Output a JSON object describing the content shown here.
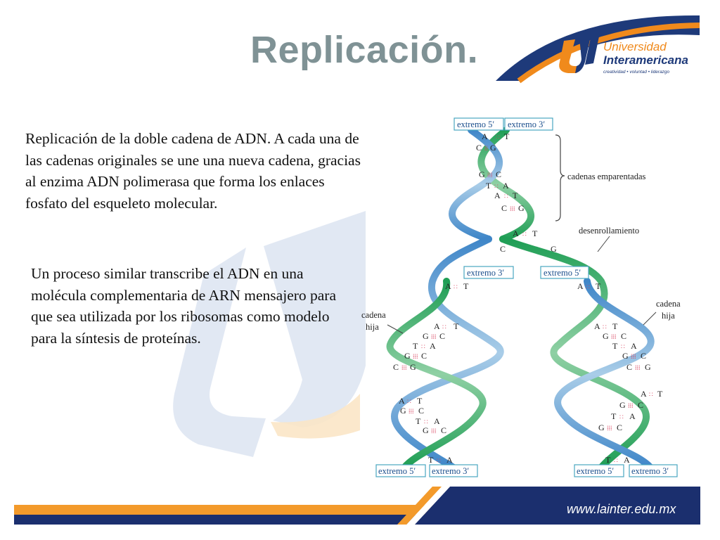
{
  "slide": {
    "title": "Replicación.",
    "paragraph1": "Replicación de la doble cadena de ADN. A cada una de las cadenas originales se une una nueva cadena, gracias al enzima ADN polimerasa que forma los enlaces fosfato del esqueleto molecular.",
    "paragraph2": "Un proceso similar transcribe el ADN en una molécula complementaria de ARN mensajero para que sea utilizada por los ribosomas como modelo para la síntesis de proteínas."
  },
  "logo": {
    "name_line1": "Universidad",
    "name_line2": "Interamericana",
    "tagline": "creatividad • voluntad • liderazgo",
    "colors": {
      "orange": "#f08a1c",
      "navy": "#1e3a7a"
    }
  },
  "diagram": {
    "labels": {
      "top_left_box": "extremo 5′",
      "top_right_box": "extremo 3′",
      "related_chains": "cadenas emparentadas",
      "unwinding": "desenrollamiento",
      "left_fork_box": "extremo 3′",
      "right_fork_box": "extremo 5′",
      "daughter_left_1": "cadena",
      "daughter_left_2": "hija",
      "daughter_right_1": "cadena",
      "daughter_right_2": "hija",
      "bottom_left_5": "extremo 5′",
      "bottom_left_3": "extremo 3′",
      "bottom_right_5": "extremo 5′",
      "bottom_right_3": "extremo 3′"
    },
    "pairs_top": [
      {
        "l": "A",
        "r": "T"
      },
      {
        "l": "C",
        "r": "G"
      },
      {
        "l": "G",
        "r": "C"
      },
      {
        "l": "T",
        "r": "A"
      },
      {
        "l": "A",
        "r": "T"
      },
      {
        "l": "C",
        "r": "G"
      },
      {
        "l": "A",
        "r": "T"
      }
    ],
    "unpaired_left": "C",
    "unpaired_right": "G",
    "pairs_left": [
      {
        "l": "A",
        "r": "T"
      },
      {
        "l": "A",
        "r": "T"
      },
      {
        "l": "G",
        "r": "C"
      },
      {
        "l": "T",
        "r": "A"
      },
      {
        "l": "G",
        "r": "C"
      },
      {
        "l": "C",
        "r": "G"
      },
      {
        "l": "A",
        "r": "T"
      },
      {
        "l": "G",
        "r": "C"
      },
      {
        "l": "T",
        "r": "A"
      },
      {
        "l": "G",
        "r": "C"
      },
      {
        "l": "T",
        "r": "A"
      }
    ],
    "pairs_right": [
      {
        "l": "A",
        "r": "T"
      },
      {
        "l": "A",
        "r": "T"
      },
      {
        "l": "G",
        "r": "C"
      },
      {
        "l": "T",
        "r": "A"
      },
      {
        "l": "G",
        "r": "C"
      },
      {
        "l": "C",
        "r": "G"
      },
      {
        "l": "A",
        "r": "T"
      },
      {
        "l": "G",
        "r": "C"
      },
      {
        "l": "T",
        "r": "A"
      },
      {
        "l": "G",
        "r": "C"
      },
      {
        "l": "T",
        "r": "A"
      }
    ],
    "colors": {
      "green": "#1f9e55",
      "blue": "#3f86c8",
      "box_border": "#49a6c0",
      "box_text": "#1b4e8c",
      "hbond": "#d9435f"
    }
  },
  "footer": {
    "url": "www.lainter.edu.mx",
    "colors": {
      "orange": "#f39a2b",
      "navy": "#1b2f6e"
    }
  }
}
